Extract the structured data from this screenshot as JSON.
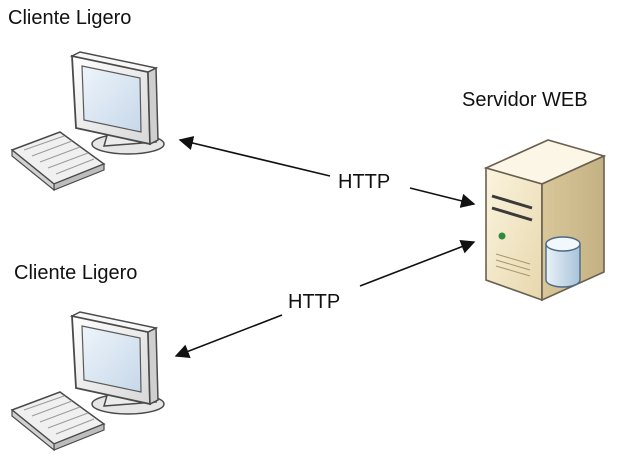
{
  "nodes": {
    "client_top": {
      "label": "Cliente Ligero",
      "icon": "desktop-computer-icon"
    },
    "client_bottom": {
      "label": "Cliente Ligero",
      "icon": "desktop-computer-icon"
    },
    "server": {
      "label": "Servidor WEB",
      "icon": "server-tower-icon"
    }
  },
  "edges": {
    "top": {
      "label": "HTTP",
      "from": "client_top",
      "to": "server",
      "bidirectional": true
    },
    "bottom": {
      "label": "HTTP",
      "from": "client_bottom",
      "to": "server",
      "bidirectional": true
    }
  },
  "colors": {
    "monitor_bezel": "#f2f2f2",
    "monitor_outline": "#4a4a4a",
    "screen": "#d9e6f2",
    "server_body": "#f3e8c8",
    "server_outline": "#6a6050",
    "database": "#cfe0ee",
    "led": "#2f8a3a",
    "arrow": "#111111"
  }
}
